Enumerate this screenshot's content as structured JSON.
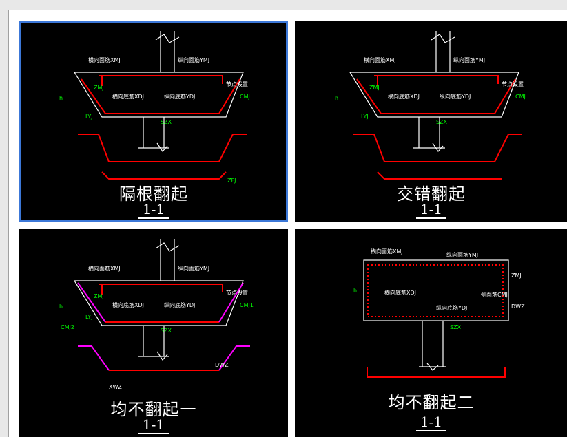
{
  "panels": [
    {
      "caption": "隔根翻起",
      "section": "1-1",
      "labels": {
        "top_h": "横向面筋XMJ",
        "top_v": "纵向面筋YMJ",
        "bot_h": "横向底筋XDJ",
        "bot_v": "纵向底筋YDJ",
        "h": "h",
        "cmj": "CMJ",
        "zmj": "ZMJ",
        "lyj": "LYJ",
        "szx": "SZX",
        "zfj": "ZFJ",
        "jj": "节点设置"
      }
    },
    {
      "caption": "交错翻起",
      "section": "1-1",
      "labels": {
        "top_h": "横向面筋XMJ",
        "top_v": "纵向面筋YMJ",
        "bot_h": "横向底筋XDJ",
        "bot_v": "纵向底筋YDJ",
        "h": "h",
        "cmj": "CMJ",
        "zmj": "ZMJ",
        "lyj": "LYJ",
        "szx": "SZX",
        "jj": "节点设置"
      }
    },
    {
      "caption": "均不翻起一",
      "section": "1-1",
      "labels": {
        "top_h": "横向面筋XMJ",
        "top_v": "纵向面筋YMJ",
        "bot_h": "横向底筋XDJ",
        "bot_v": "纵向底筋YDJ",
        "h": "h",
        "cmj1": "CMJ1",
        "cmj2": "CMJ2",
        "zmj": "ZMJ",
        "lyj": "LYJ",
        "szx": "SZX",
        "xwz": "XWZ",
        "dwz": "DWZ",
        "jj": "节点设置"
      }
    },
    {
      "caption": "均不翻起二",
      "section": "1-1",
      "labels": {
        "top_h": "横向面筋XMJ",
        "top_v": "纵向面筋YMJ",
        "bot_h": "横向底筋XDJ",
        "bot_v": "纵向底筋YDJ",
        "h": "h",
        "cmj": "侧面筋CMJ",
        "zmj": "ZMJ",
        "dwz": "DWZ",
        "szx": "SZX"
      }
    }
  ],
  "colors": {
    "rebar": "#ff0000",
    "rebar_alt": "#ff00ff",
    "outline": "#ffffff",
    "dim": "#00ff00",
    "selection": "#3c78d8"
  }
}
